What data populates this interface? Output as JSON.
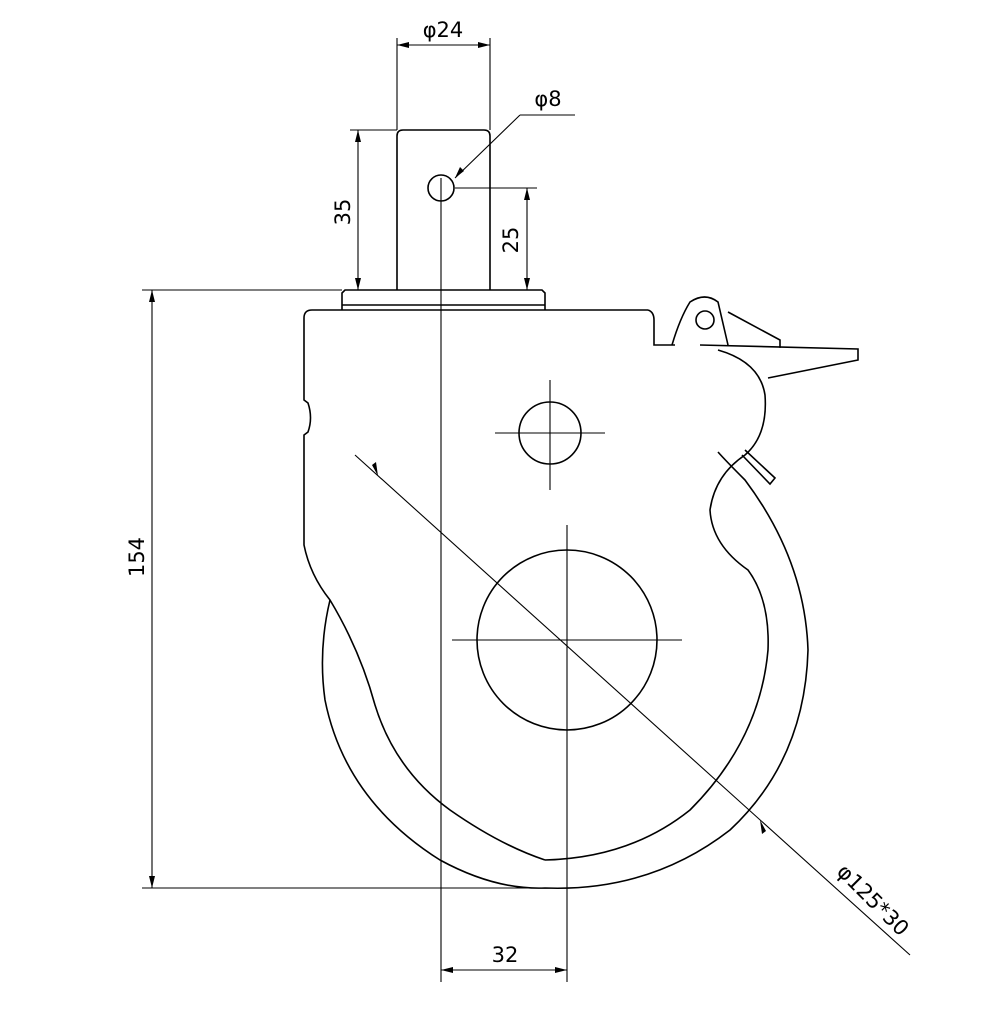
{
  "drawing": {
    "line_color": "#000000",
    "background": "#ffffff",
    "dimensions": {
      "stem_diameter": "φ24",
      "pin_diameter": "φ8",
      "stem_height": "35",
      "pin_height": "25",
      "total_height": "154",
      "offset": "32",
      "wheel_size": "φ125*30"
    }
  }
}
